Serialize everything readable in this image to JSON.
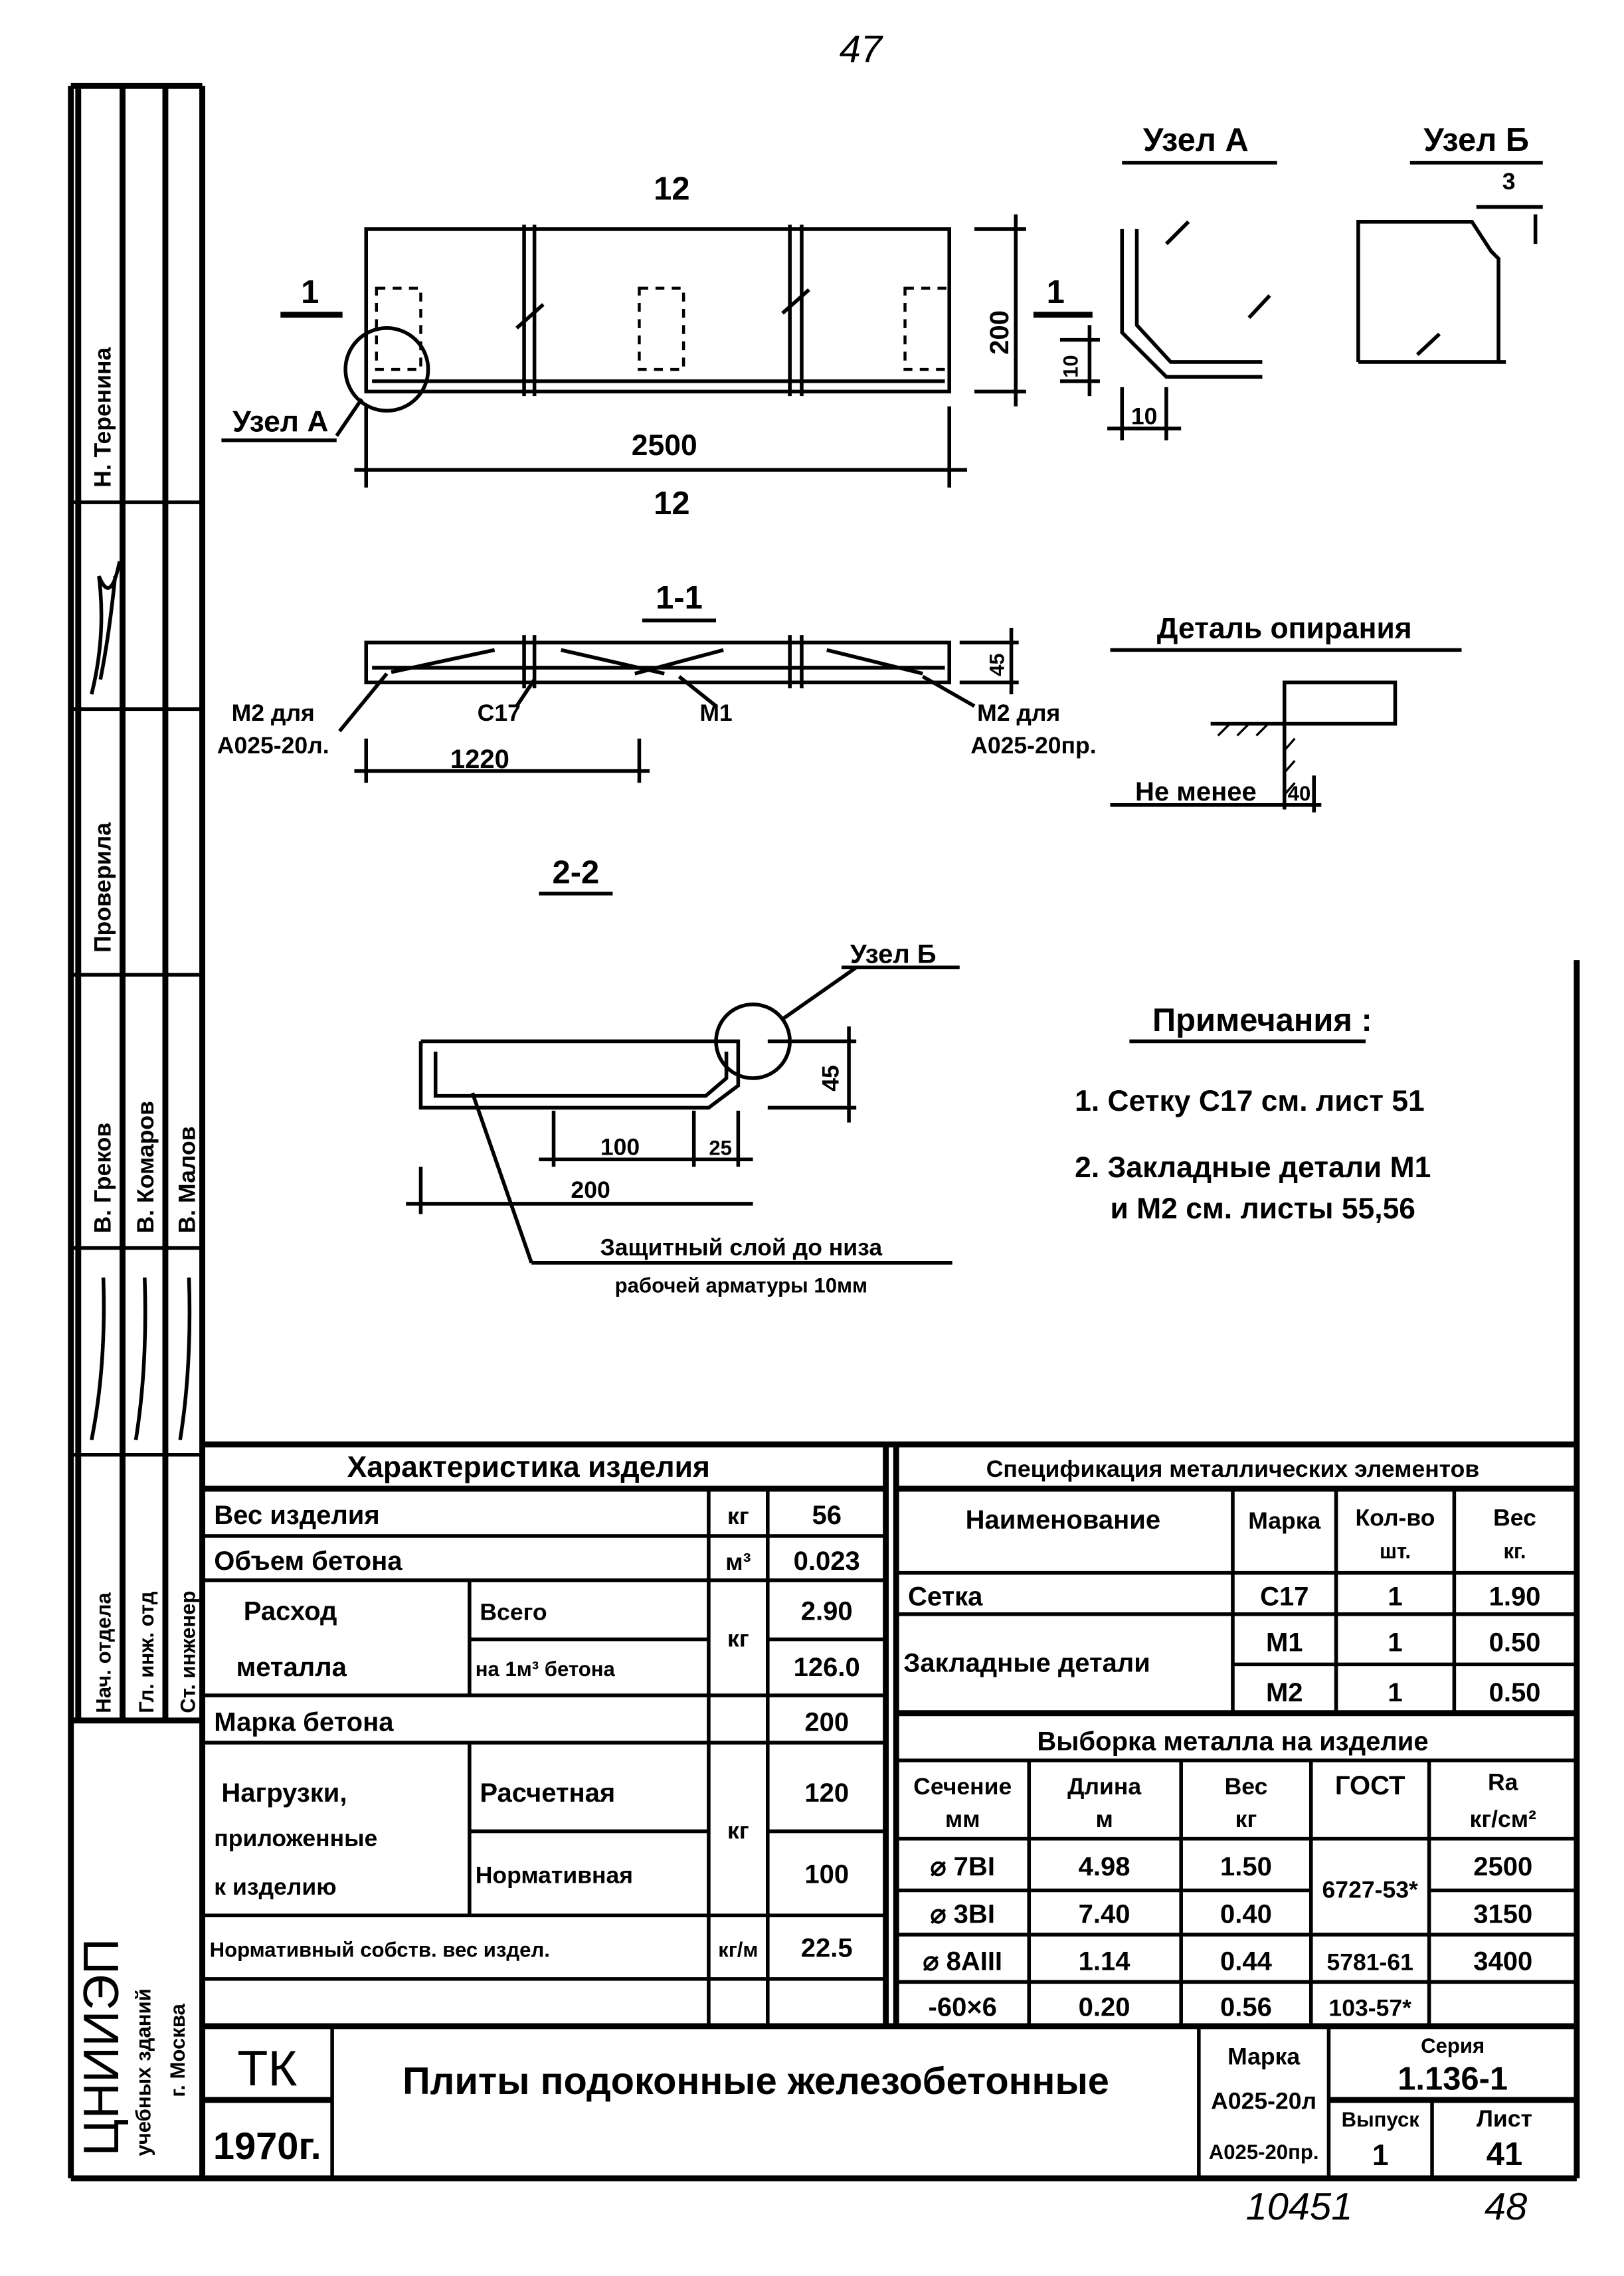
{
  "page_number": "47",
  "footer": {
    "archive_number": "10451",
    "sheet_number": "48"
  },
  "drawing": {
    "elevation": {
      "section_top": "1",
      "section_bottom": "1",
      "mark_left": "1",
      "mark_right": "1",
      "node_label": "Узел А",
      "length": "2500",
      "height": "200",
      "dim_a": "10",
      "dim_b": "10",
      "top_label": "12",
      "bottom_label": "12"
    },
    "node_a": {
      "title": "Узел А"
    },
    "node_b": {
      "title": "Узел Б",
      "dim": "3"
    },
    "section_1": {
      "title": "1-1",
      "m2_left_1": "М2 для",
      "m2_left_2": "А025-20л.",
      "c17": "С17",
      "m1": "М1",
      "m2_right_1": "М2 для",
      "m2_right_2": "А025-20пр.",
      "dim_1220": "1220",
      "dim_45": "45"
    },
    "support_detail": {
      "title": "Деталь опирания",
      "min_label": "Не менее",
      "min_value": "40"
    },
    "section_2": {
      "title": "2-2",
      "node_label": "Узел Б",
      "dim_45": "45",
      "dim_100": "100",
      "dim_25": "25",
      "dim_200": "200",
      "note_1": "Защитный слой до низа",
      "note_2": "рабочей арматуры 10мм"
    }
  },
  "notes": {
    "title": "Примечания :",
    "items": [
      "1. Сетку С17 см. лист 51",
      "2. Закладные детали М1",
      "и М2 см. листы 55,56"
    ]
  },
  "characteristics": {
    "title": "Характеристика изделия",
    "weight": {
      "label": "Вес изделия",
      "unit": "кг",
      "value": "56"
    },
    "concrete_volume": {
      "label": "Объем бетона",
      "unit": "м³",
      "value": "0.023"
    },
    "metal": {
      "label_1": "Расход",
      "label_2": "металла",
      "total_label": "Всего",
      "total_value": "2.90",
      "per_m3_label": "на 1м³ бетона",
      "per_m3_value": "126.0",
      "unit": "кг"
    },
    "concrete_grade": {
      "label": "Марка бетона",
      "value": "200"
    },
    "loads": {
      "label_1": "Нагрузки,",
      "label_2": "приложенные",
      "label_3": "к изделию",
      "design_label": "Расчетная",
      "design_value": "120",
      "normative_label": "Нормативная",
      "normative_value": "100",
      "unit": "кг"
    },
    "self_weight": {
      "label": "Нормативный собств. вес издел.",
      "unit": "кг/м",
      "value": "22.5"
    }
  },
  "specification": {
    "title": "Спецификация металлических элементов",
    "headers": [
      "Наименование",
      "Марка",
      "Кол-во",
      "шт.",
      "Вес",
      "кг."
    ],
    "rows": [
      {
        "name": "Сетка",
        "mark": "С17",
        "qty": "1",
        "weight": "1.90"
      },
      {
        "name": "Закладные детали",
        "mark": "М1",
        "qty": "1",
        "weight": "0.50"
      },
      {
        "name": "",
        "mark": "М2",
        "qty": "1",
        "weight": "0.50"
      }
    ]
  },
  "metal_selection": {
    "title": "Выборка металла на изделие",
    "headers": [
      "Сечение",
      "мм",
      "Длина",
      "м",
      "Вес",
      "кг",
      "ГОСТ",
      "Ra",
      "кг/см²"
    ],
    "rows": [
      {
        "section": "⌀ 7BI",
        "length": "4.98",
        "weight": "1.50",
        "gost": "6727-53*",
        "ra": "2500"
      },
      {
        "section": "⌀ 3BI",
        "length": "7.40",
        "weight": "0.40",
        "gost": "",
        "ra": "3150"
      },
      {
        "section": "⌀ 8AIII",
        "length": "1.14",
        "weight": "0.44",
        "gost": "5781-61",
        "ra": "3400"
      },
      {
        "section": "-60×6",
        "length": "0.20",
        "weight": "0.56",
        "gost": "103-57*",
        "ra": ""
      }
    ]
  },
  "title_block": {
    "code": "ТК",
    "year": "1970г.",
    "title": "Плиты подоконные железобетонные",
    "mark_label": "Марка",
    "mark_1": "А025-20л",
    "mark_2": "А025-20пр.",
    "series_label": "Серия",
    "series": "1.136-1",
    "issue_label": "Выпуск",
    "issue": "1",
    "sheet_label": "Лист",
    "sheet": "41"
  },
  "stamp": {
    "names": [
      "Н. Теренина",
      "Проверила",
      "В. Греков",
      "В. Комаров",
      "В. Малов"
    ],
    "roles": [
      "Нач. отдела",
      "Гл. инж. отд",
      "Ст. инженер"
    ],
    "org": "ЦНИИЭП",
    "org_sub": "учебных зданий",
    "city": "г. Москва"
  }
}
